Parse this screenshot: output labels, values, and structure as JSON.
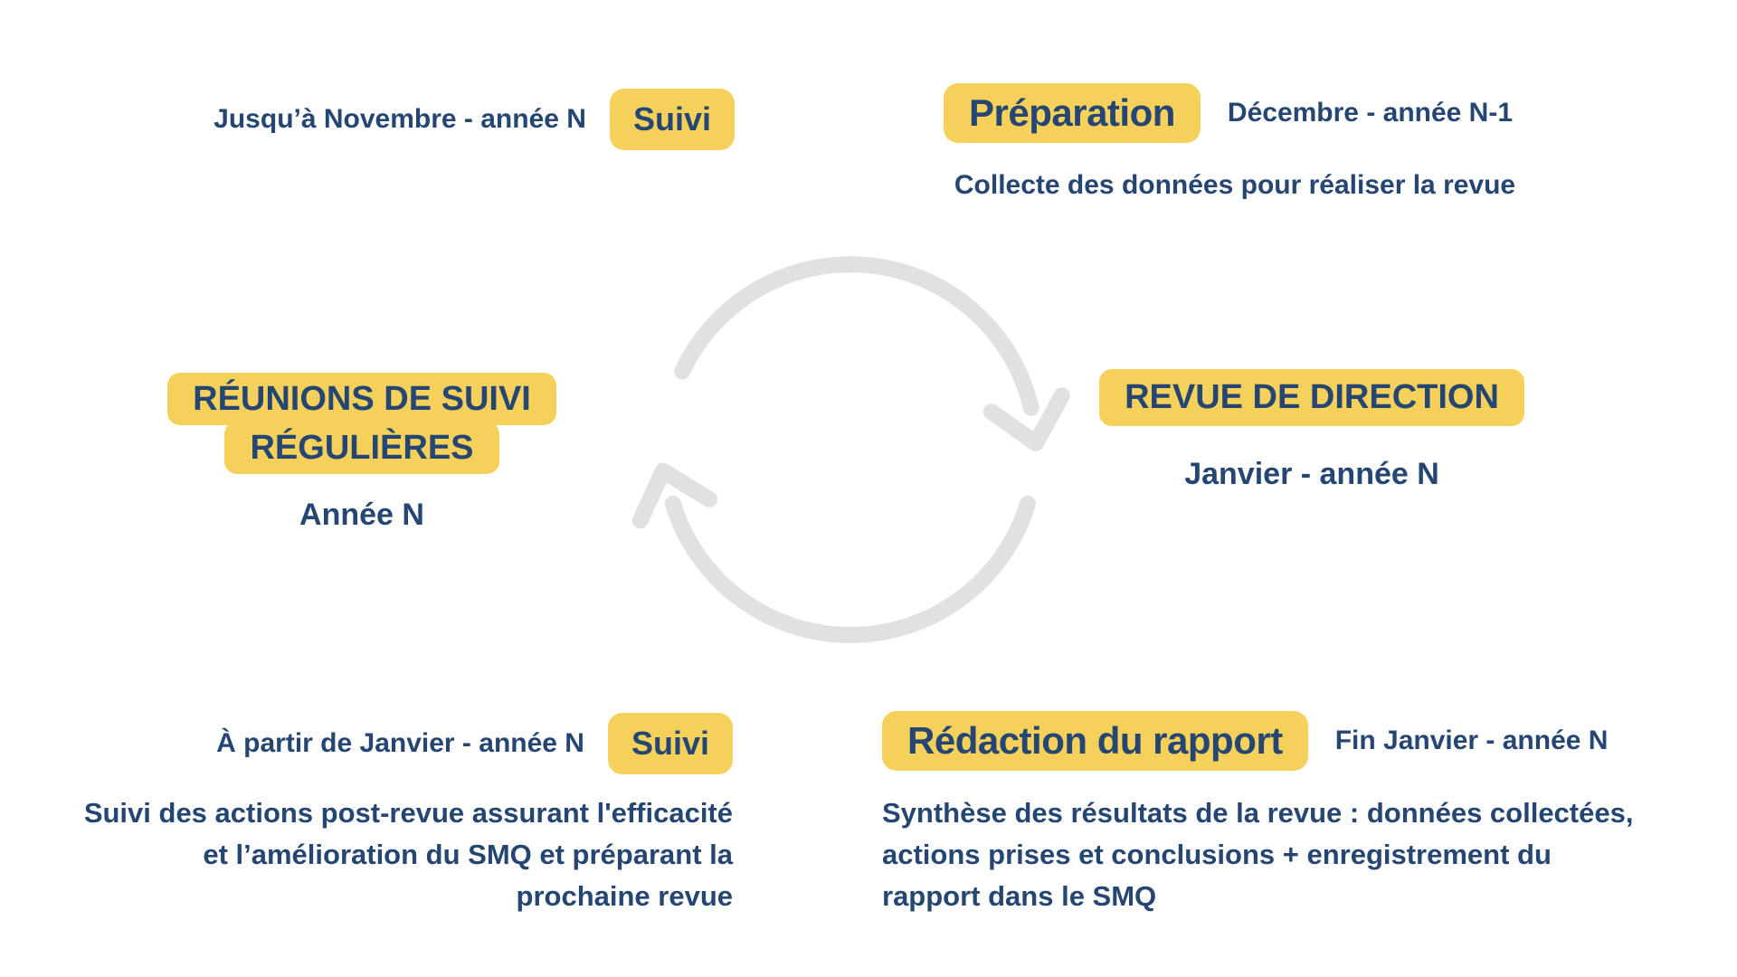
{
  "colors": {
    "highlight": "#F5D15C",
    "text": "#254672",
    "arrow": "#E1E1E1",
    "background": "#FFFFFF"
  },
  "cycle": {
    "top_left": {
      "date": "Jusqu’à Novembre - année N",
      "badge": "Suivi"
    },
    "top_right": {
      "badge": "Préparation",
      "date": "Décembre - année N-1",
      "description": "Collecte des données pour réaliser la revue"
    },
    "mid_left": {
      "title_lines": [
        "RÉUNIONS DE SUIVI",
        "RÉGULIÈRES"
      ],
      "date": "Année N"
    },
    "mid_right": {
      "title": "REVUE DE DIRECTION",
      "date": "Janvier - année N"
    },
    "bottom_left": {
      "date": "À partir de Janvier - année N",
      "badge": "Suivi",
      "description_lines": [
        "Suivi des actions post-revue assurant l'efficacité",
        "et l’amélioration du SMQ et préparant la",
        "prochaine revue"
      ]
    },
    "bottom_right": {
      "badge": "Rédaction du rapport",
      "date": "Fin Janvier - année N",
      "description_lines": [
        "Synthèse des résultats de la revue : données collectées,",
        "actions prises et conclusions + enregistrement du",
        "rapport dans le SMQ"
      ]
    }
  }
}
